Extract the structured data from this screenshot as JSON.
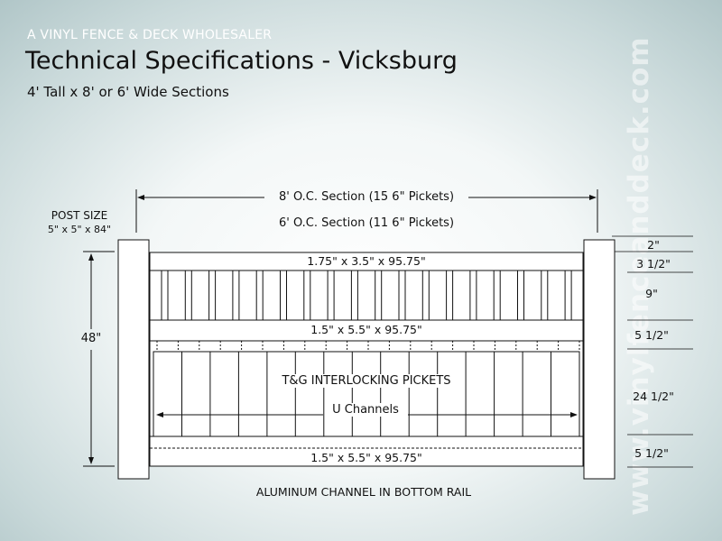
{
  "header": {
    "brand": "A VINYL FENCE & DECK WHOLESALER",
    "title": "Technical Specifications - Vicksburg",
    "subtitle": "4' Tall x 8' or 6' Wide Sections"
  },
  "post": {
    "label": "POST SIZE",
    "size": "5\" x 5\" x 84\""
  },
  "sections": {
    "eight_ft": "8' O.C. Section (15  6\" Pickets)",
    "six_ft": "6' O.C. Section (11  6\" Pickets)"
  },
  "height_label": "48\"",
  "rails": {
    "top": "1.75\" x 3.5\" x 95.75\"",
    "middle": "1.5\" x 5.5\" x 95.75\"",
    "bottom": "1.5\" x 5.5\" x 95.75\""
  },
  "panel": {
    "pickets_label": "T&G INTERLOCKING PICKETS",
    "channels_label": "U Channels"
  },
  "bottom_note": "ALUMINUM CHANNEL IN BOTTOM RAIL",
  "dimensions": [
    "2\"",
    "3 1/2\"",
    "9\"",
    "5 1/2\"",
    "24 1/2\"",
    "5 1/2\""
  ],
  "watermark": "www.vinylfenceanddeck.com",
  "colors": {
    "background_center": "#ffffff",
    "background_edge": "#a9c0c2",
    "line": "#111111"
  }
}
